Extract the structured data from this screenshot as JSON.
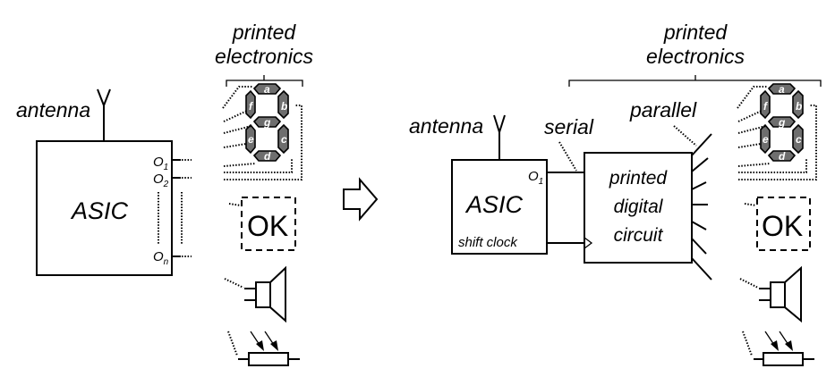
{
  "left": {
    "antenna_label": "antenna",
    "asic_label": "ASIC",
    "outputs": {
      "o1": {
        "base": "O",
        "sub": "1"
      },
      "o2": {
        "base": "O",
        "sub": "2"
      },
      "on": {
        "base": "O",
        "sub": "n"
      }
    },
    "bracket_title_line1": "printed",
    "bracket_title_line2": "electronics",
    "ok_label": "OK"
  },
  "right": {
    "antenna_label": "antenna",
    "asic_label": "ASIC",
    "shift_clock_label": "shift clock",
    "output": {
      "base": "O",
      "sub": "1"
    },
    "serial_label": "serial",
    "parallel_label": "parallel",
    "circuit_line1": "printed",
    "circuit_line2": "digital",
    "circuit_line3": "circuit",
    "bracket_title_line1": "printed",
    "bracket_title_line2": "electronics",
    "ok_label": "OK"
  },
  "seven_segment_labels": [
    "a",
    "b",
    "c",
    "d",
    "e",
    "f",
    "g"
  ],
  "icons": {
    "transition": "right-arrow-icon",
    "antenna": "antenna-icon",
    "display": "seven-segment-display-icon",
    "speaker": "speaker-icon",
    "sensor": "photoresistor-icon"
  },
  "colors": {
    "segment_fill": "#6e6e6e",
    "line": "#000000",
    "background": "#ffffff"
  }
}
